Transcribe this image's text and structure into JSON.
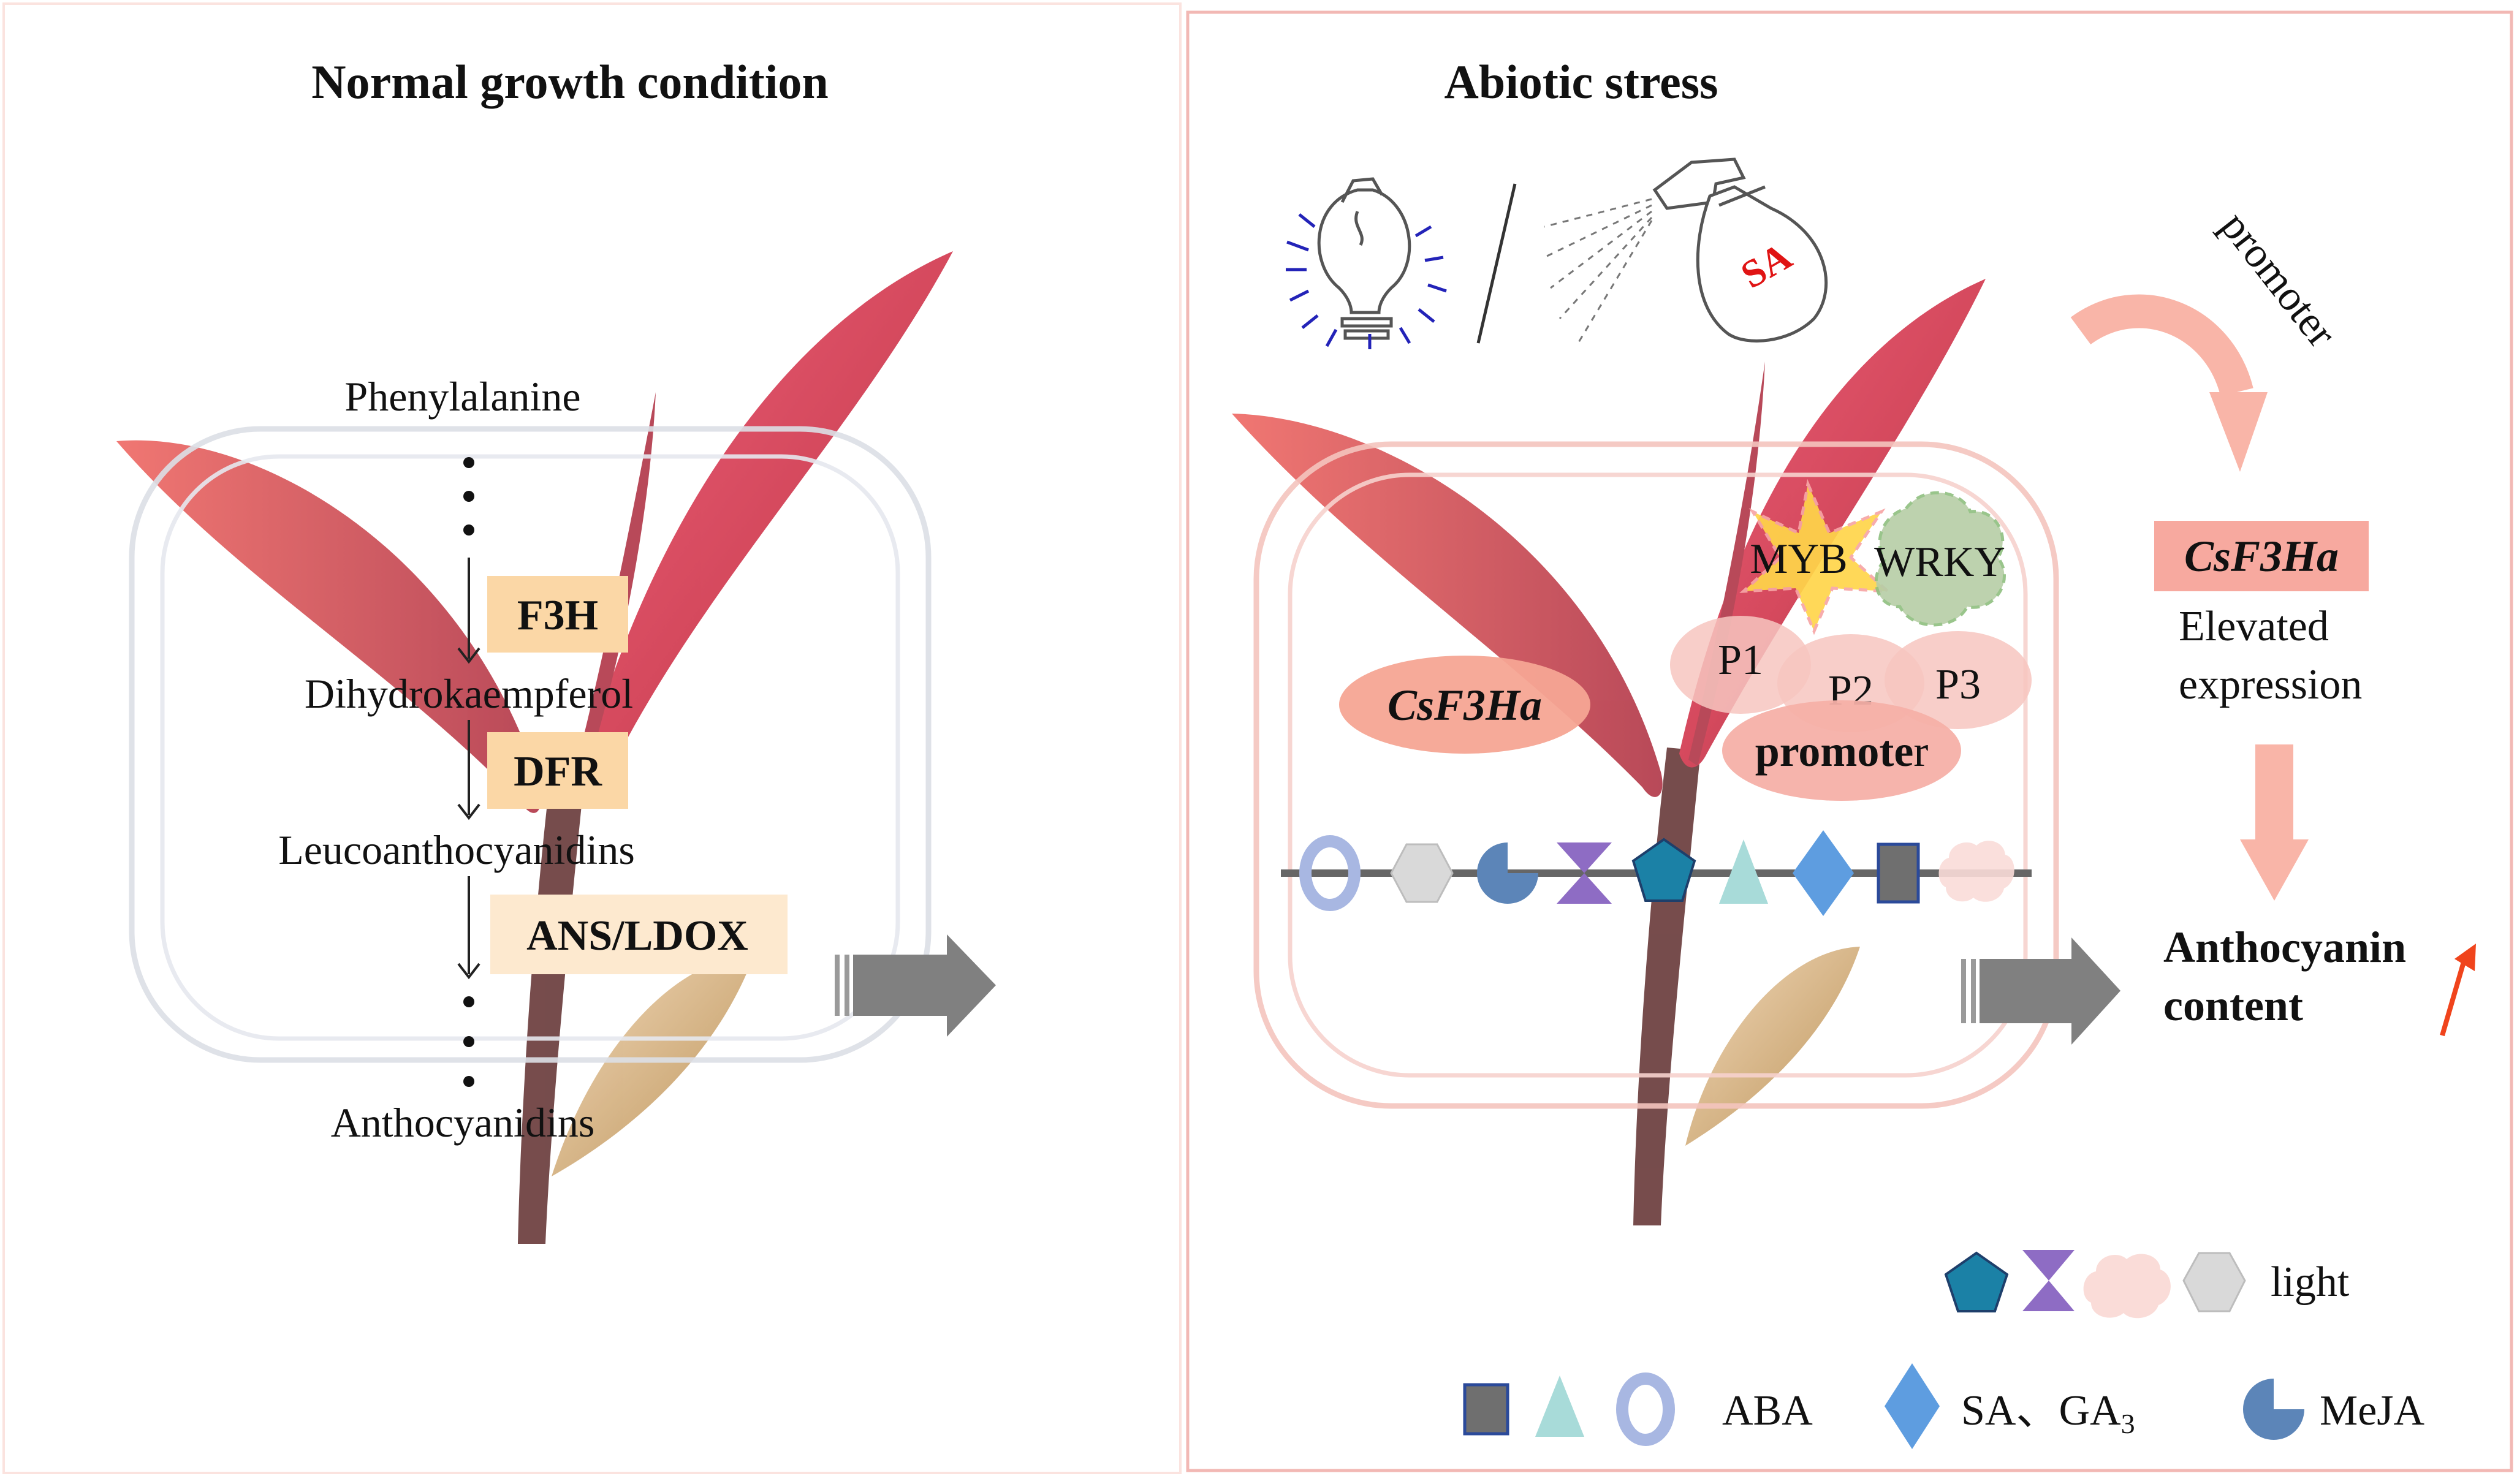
{
  "left_panel": {
    "title": "Normal growth condition",
    "pathway": {
      "start": "Phenylalanine",
      "step1_enzyme": "F3H",
      "intermediate1": "Dihydrokaempferol",
      "step2_enzyme": "DFR",
      "intermediate2": "Leucoanthocyanidins",
      "step3_enzyme": "ANS/LDOX",
      "end": "Anthocyanidins"
    }
  },
  "right_panel": {
    "title": "Abiotic stress",
    "stimuli": {
      "sa_bottle_label": "SA"
    },
    "cycle_label": "promoter",
    "gene_box_label": "CsF3Ha",
    "expression_label_line1": "Elevated",
    "expression_label_line2": "expression",
    "result_line1": "Anthocyanin",
    "result_line2": "content",
    "cell": {
      "gene_label": "CsF3Ha",
      "tf1": "MYB",
      "tf2": "WRKY",
      "p1": "P1",
      "p2": "P2",
      "p3": "P3",
      "promoter_label_bold": "promote",
      "promoter_label_tail": "r"
    },
    "legend": {
      "light_label": "light",
      "aba_label": "ABA",
      "sa_ga_label": "SA、GA",
      "sa_ga_subscript": "3",
      "meja_label": "MeJA"
    }
  },
  "colors": {
    "panel_border": "#f2b8b4",
    "enzyme_box": "#fbd7a6",
    "enzyme_box_light": "#fde9cf",
    "gene_box": "#f7a99f",
    "promoter_fill": "#f6b7b0",
    "arrow_gray": "#808080",
    "arrow_salmon": "#f9b5a8",
    "up_arrow": "#f0441c",
    "leaf_red": "#d9424f",
    "stem": "#6b3d3d"
  }
}
